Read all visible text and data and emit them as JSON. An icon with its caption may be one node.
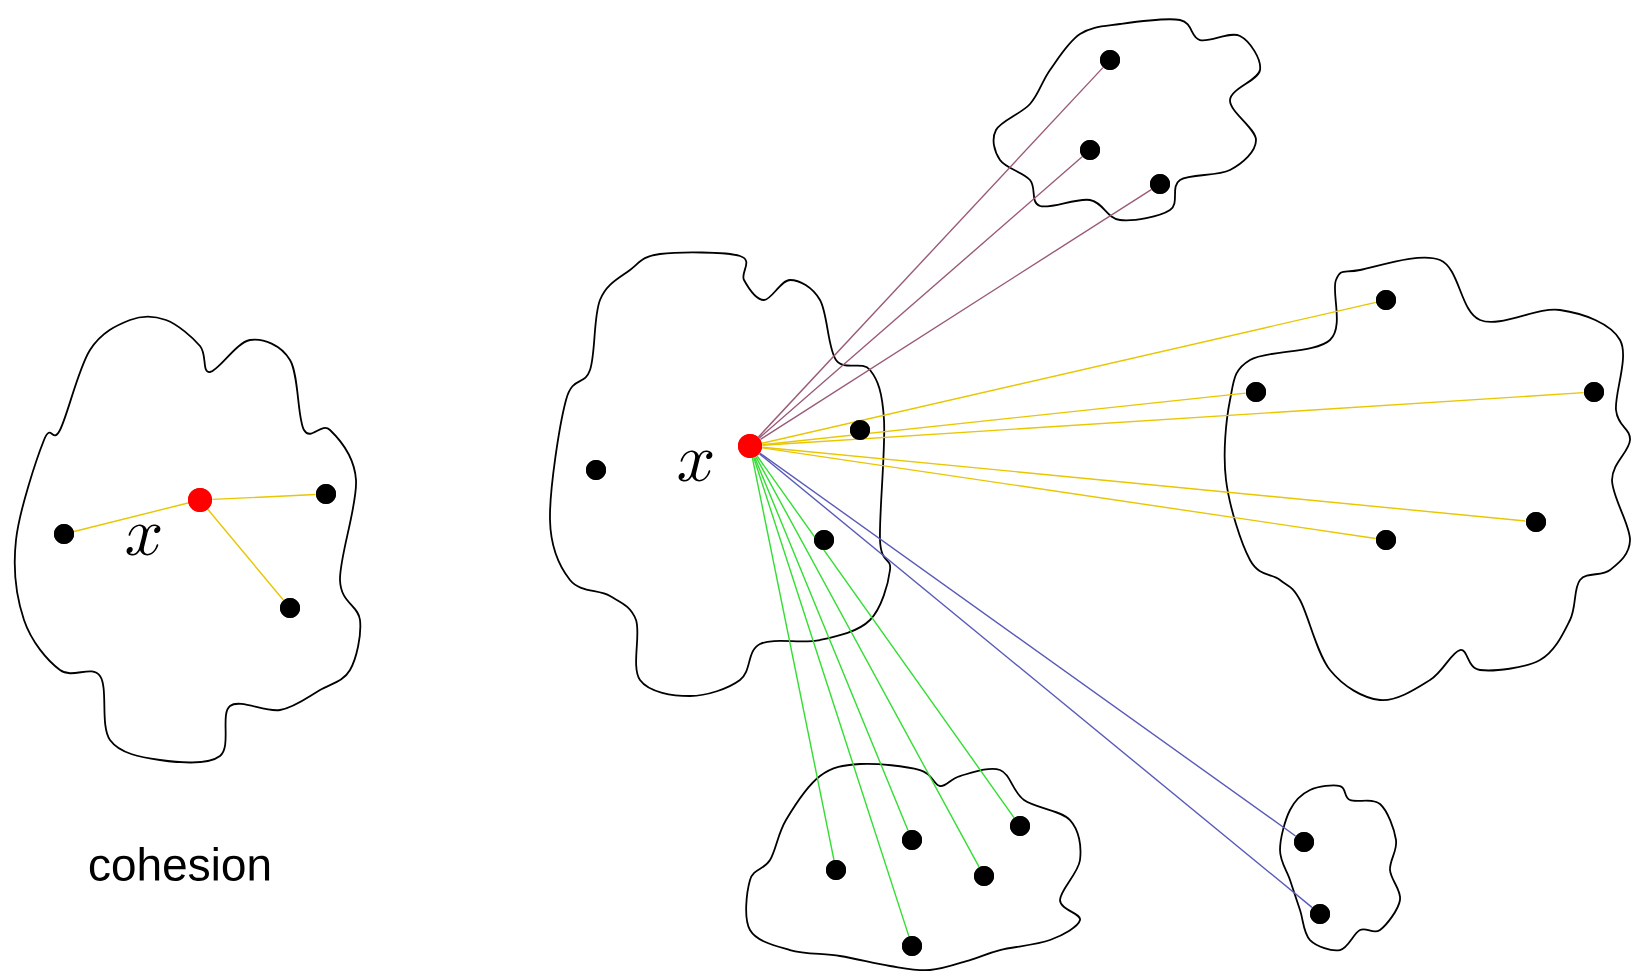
{
  "diagram": {
    "nodes": [
      {
        "text": [],
        "shape": "cloud"
      },
      {
        "text": [],
        "shape": "circle",
        "in": 0,
        "beside": [
          "x"
        ]
      },
      {
        "text": [],
        "shape": "circle",
        "in": 0
      },
      {
        "text": [],
        "shape": "circle",
        "in": 0
      },
      {
        "text": [],
        "shape": "circle",
        "in": 0
      },
      {
        "text": [],
        "shape": "cloud"
      },
      {
        "text": [],
        "shape": "circle",
        "in": 5,
        "beside": [
          "x"
        ]
      },
      {
        "text": [],
        "shape": "circle",
        "in": 5
      },
      {
        "text": [],
        "shape": "circle",
        "in": 5
      },
      {
        "text": [],
        "shape": "circle",
        "in": 5
      },
      {
        "text": [],
        "shape": "cloud"
      },
      {
        "text": [],
        "shape": "circle",
        "in": 10
      },
      {
        "text": [],
        "shape": "circle",
        "in": 10
      },
      {
        "text": [],
        "shape": "circle",
        "in": 10
      },
      {
        "text": [],
        "shape": "cloud"
      },
      {
        "text": [],
        "shape": "circle",
        "in": 14
      },
      {
        "text": [],
        "shape": "circle",
        "in": 14
      },
      {
        "text": [],
        "shape": "circle",
        "in": 14
      },
      {
        "text": [],
        "shape": "circle",
        "in": 14
      },
      {
        "text": [],
        "shape": "circle",
        "in": 14
      },
      {
        "text": [],
        "shape": "cloud"
      },
      {
        "text": [],
        "shape": "circle",
        "in": 20
      },
      {
        "text": [],
        "shape": "circle",
        "in": 20
      },
      {
        "text": [],
        "shape": "circle",
        "in": 20
      },
      {
        "text": [],
        "shape": "circle",
        "in": 20
      },
      {
        "text": [],
        "shape": "circle",
        "in": 20
      },
      {
        "text": [],
        "shape": "cloud"
      },
      {
        "text": [],
        "shape": "circle",
        "in": 26
      },
      {
        "text": [],
        "shape": "circle",
        "in": 26
      }
    ],
    "edges": [
      {
        "from": 1,
        "to": 2,
        "arrow": "none"
      },
      {
        "from": 1,
        "to": 3,
        "arrow": "none"
      },
      {
        "from": 1,
        "to": 4,
        "arrow": "none"
      },
      {
        "from": 6,
        "to": 11,
        "arrow": "none",
        "color": "#9a5a78"
      },
      {
        "from": 6,
        "to": 12,
        "arrow": "none",
        "color": "#9a5a78"
      },
      {
        "from": 6,
        "to": 13,
        "arrow": "none",
        "color": "#9a5a78"
      },
      {
        "from": 6,
        "to": 15,
        "arrow": "none"
      },
      {
        "from": 6,
        "to": 16,
        "arrow": "none"
      },
      {
        "from": 6,
        "to": 17,
        "arrow": "none"
      },
      {
        "from": 6,
        "to": 18,
        "arrow": "none"
      },
      {
        "from": 6,
        "to": 19,
        "arrow": "none"
      },
      {
        "from": 6,
        "to": 21,
        "arrow": "none",
        "color": "#33dd33"
      },
      {
        "from": 6,
        "to": 22,
        "arrow": "none",
        "color": "#33dd33"
      },
      {
        "from": 6,
        "to": 23,
        "arrow": "none",
        "color": "#33dd33"
      },
      {
        "from": 6,
        "to": 24,
        "arrow": "none",
        "color": "#33dd33"
      },
      {
        "from": 6,
        "to": 25,
        "arrow": "none",
        "color": "#33dd33"
      },
      {
        "from": 6,
        "to": 27,
        "arrow": "none",
        "color": "#5a5ab8"
      },
      {
        "from": 6,
        "to": 28,
        "arrow": "none",
        "color": "#5a5ab8"
      }
    ],
    "labels": [
      "cohesion"
    ]
  }
}
